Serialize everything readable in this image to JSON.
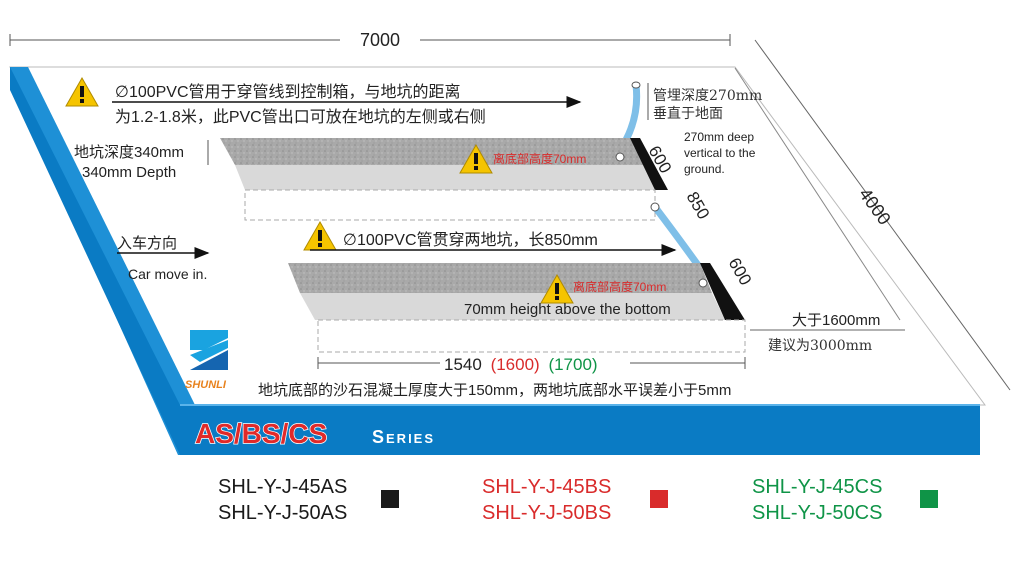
{
  "dimensions": {
    "width_total": "7000",
    "depth_total": "4000",
    "pit_width_1": "600",
    "pit_gap": "850",
    "pit_width_2": "600",
    "length_main": "1540",
    "length_bs": "(1600)",
    "length_cs": "(1700)"
  },
  "notes": {
    "pvc_line1": "∅100PVC管用于穿管线到控制箱，与地坑的距离",
    "pvc_line2": "为1.2-1.8米，此PVC管出口可放在地坑的左侧或右侧",
    "pipe_depth_cn1": "管埋深度270mm",
    "pipe_depth_cn2": "垂直于地面",
    "pipe_depth_en1": "270mm deep",
    "pipe_depth_en2": "vertical to the",
    "pipe_depth_en3": "ground.",
    "pit_depth_cn": "地坑深度340mm",
    "pit_depth_en": "340mm Depth",
    "height_above_bottom_cn": "离底部高度70mm",
    "height_above_bottom_cn_2": "离底部高度70mm",
    "height_above_bottom_en": "70mm height above the bottom",
    "car_direction_cn": "入车方向",
    "car_direction_en": "Car move in.",
    "pvc_through": "∅100PVC管贯穿两地坑，长850mm",
    "clearance_cn1": "大于1600mm",
    "clearance_cn2": "建议为3000mm",
    "concrete_note": "地坑底部的沙石混凝土厚度大于150mm，两地坑底部水平误差小于5mm"
  },
  "brand": {
    "logo_text": "SHUNLI"
  },
  "series": {
    "name": "AS/BS/CS",
    "suffix": "Series"
  },
  "models": [
    {
      "line1": "SHL-Y-J-45AS",
      "line2": "SHL-Y-J-50AS",
      "color": "#1a1a1a"
    },
    {
      "line1": "SHL-Y-J-45BS",
      "line2": "SHL-Y-J-50BS",
      "color": "#d92b2b"
    },
    {
      "line1": "SHL-Y-J-45CS",
      "line2": "SHL-Y-J-50CS",
      "color": "#0f9447"
    }
  ],
  "colors": {
    "platform_blue": "#0a7bc4",
    "warning_yellow": "#f5c400",
    "pipe_blue": "#7fbfe8",
    "red": "#d92b2b",
    "green": "#0f9447"
  }
}
